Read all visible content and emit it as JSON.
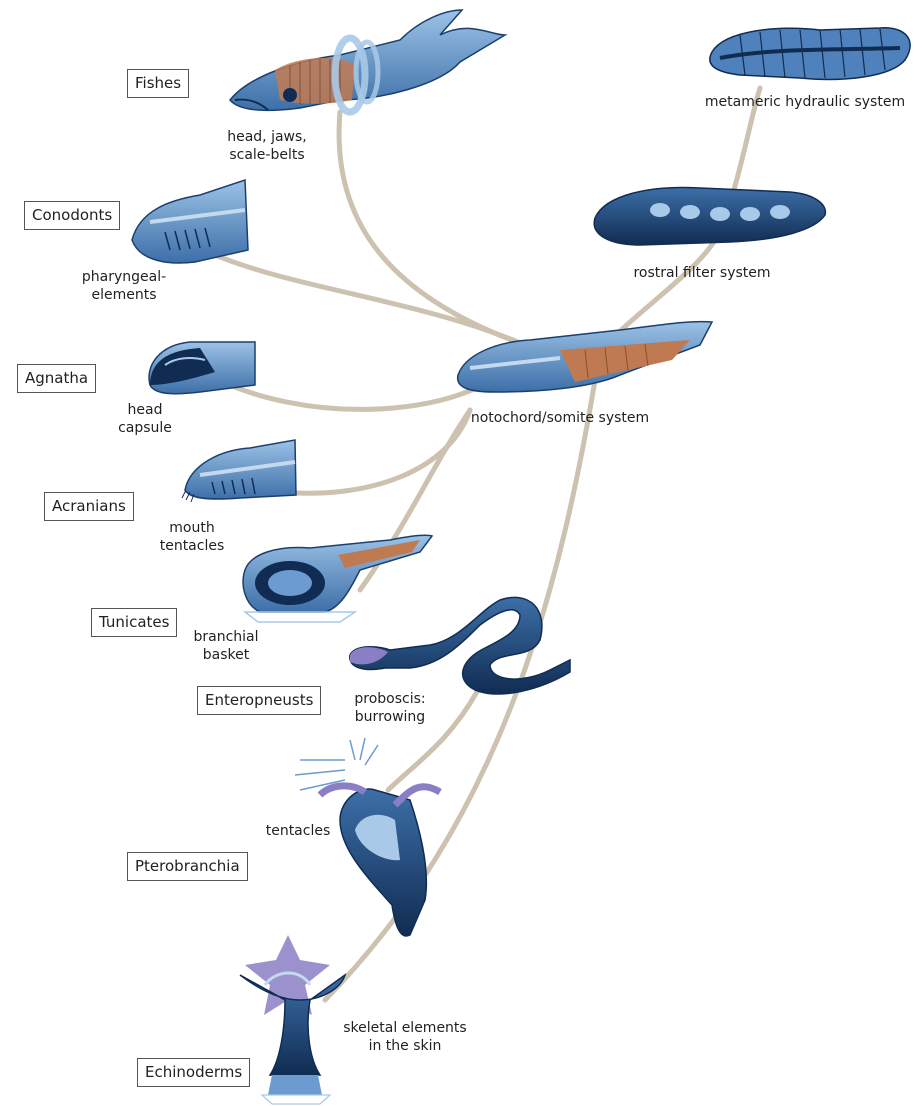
{
  "taxa": {
    "fishes": "Fishes",
    "conodonts": "Conodonts",
    "agnatha": "Agnatha",
    "acranians": "Acranians",
    "tunicates": "Tunicates",
    "enteropneusts": "Enteropneusts",
    "pterobranchia": "Pterobranchia",
    "echinoderms": "Echinoderms"
  },
  "features": {
    "fishes_1": "head, jaws,",
    "fishes_2": "scale-belts",
    "conodonts_1": "pharyngeal-",
    "conodonts_2": "elements",
    "agnatha_1": "head",
    "agnatha_2": "capsule",
    "acranians_1": "mouth",
    "acranians_2": "tentacles",
    "tunicates_1": "branchial",
    "tunicates_2": "basket",
    "enteropneusts_1": "proboscis:",
    "enteropneusts_2": "burrowing",
    "pterobranchia": "tentacles",
    "echinoderms_1": "skeletal elements",
    "echinoderms_2": "in the skin",
    "notochord": "notochord/somite system",
    "rostral": "rostral filter system",
    "metameric": "metameric hydraulic system"
  },
  "colors": {
    "branch": "#cdc2b0",
    "body_light": "#6b9bd0",
    "body_dark": "#1b3f6e",
    "body_pale": "#a9c9e8",
    "muscle": "#c07a52",
    "purple": "#8a7fc4"
  }
}
